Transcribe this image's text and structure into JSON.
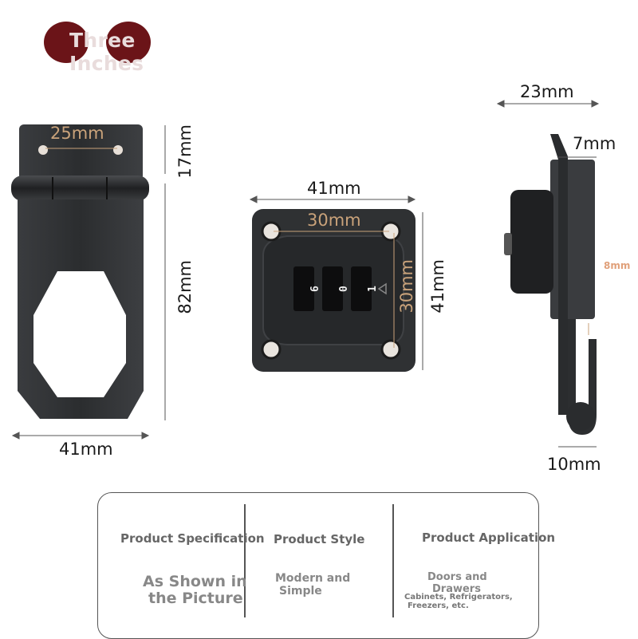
{
  "badge": {
    "text": "Three Inches"
  },
  "dimensions": {
    "hasp_hole_spacing": "25mm",
    "hasp_top_height": "17mm",
    "hasp_length": "82mm",
    "hasp_width": "41mm",
    "lock_width": "41mm",
    "lock_hole_spacing_h": "30mm",
    "lock_hole_spacing_v": "30mm",
    "lock_height": "41mm",
    "side_depth": "23mm",
    "side_plate": "7mm",
    "side_gap": "8mm",
    "side_bottom": "10mm"
  },
  "dial_digits": [
    "6",
    "0",
    "1"
  ],
  "specs": {
    "col1_heading": "Product Specification",
    "col1_value_line1": "As Shown in",
    "col1_value_line2": "the Picture",
    "col2_heading": "Product Style",
    "col2_value_line1": "Modern and",
    "col2_value_line2": "Simple",
    "col3_heading": "Product Application",
    "col3_value_line1": "Doors and",
    "col3_value_line2": "Drawers",
    "col3_detail_line1": "Cabinets, Refrigerators,",
    "col3_detail_line2": "Freezers, etc."
  },
  "colors": {
    "metal": "#2f3133",
    "badge": "#6b1418",
    "dim_accent": "#c9a27a"
  }
}
